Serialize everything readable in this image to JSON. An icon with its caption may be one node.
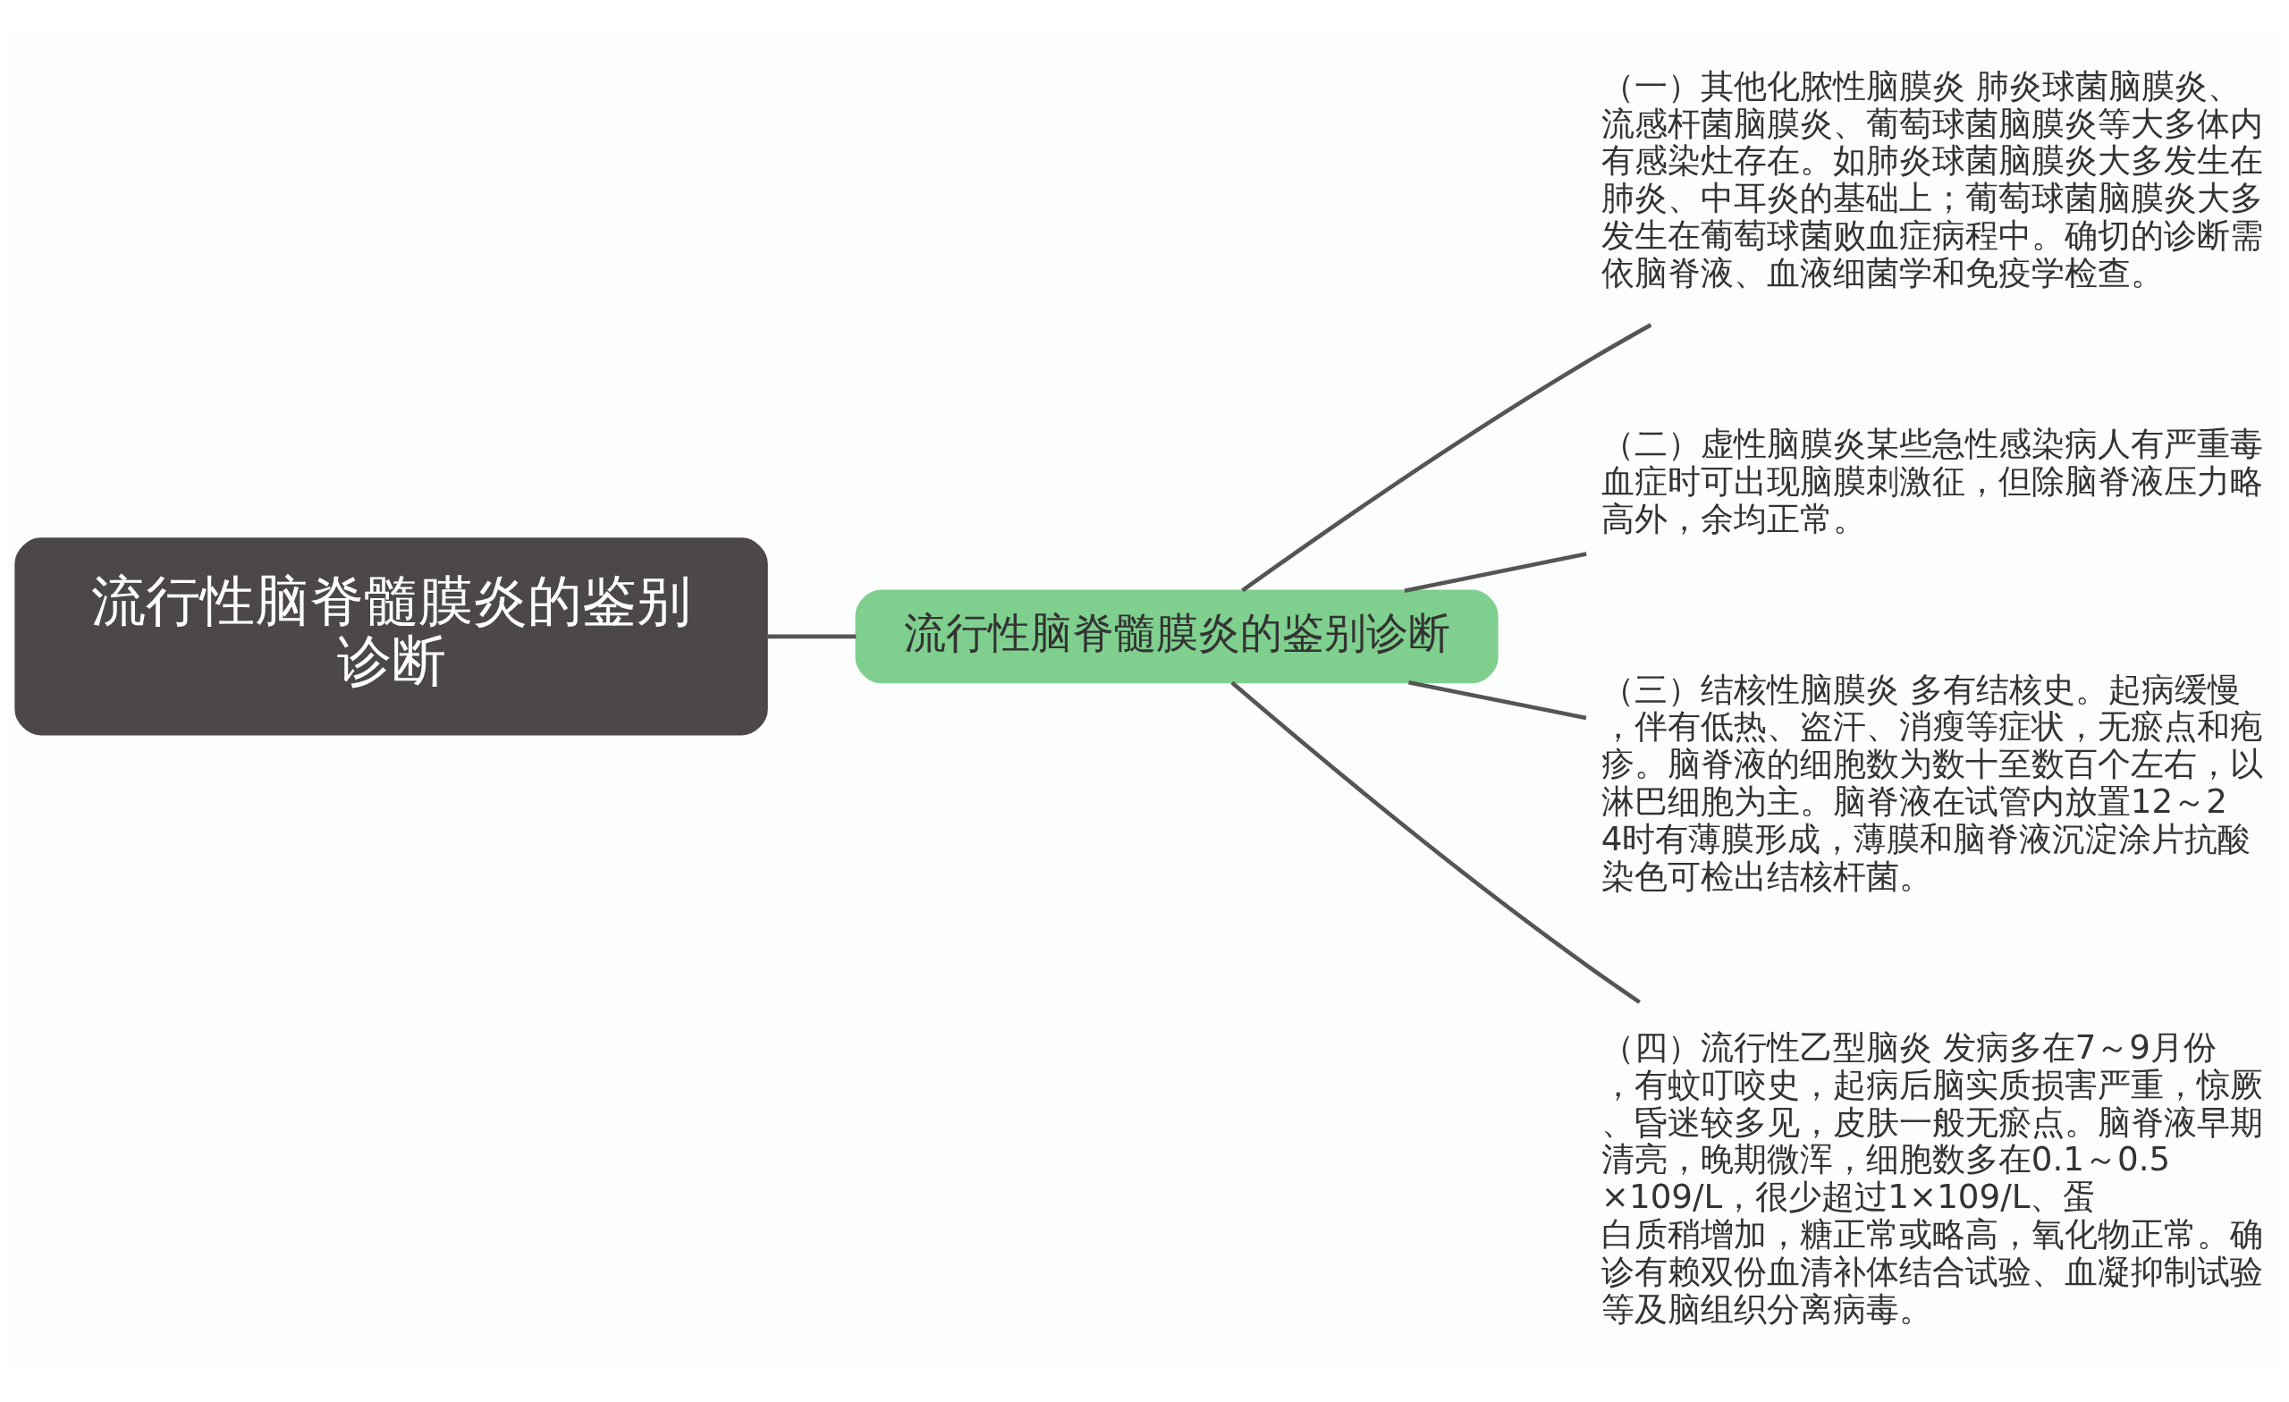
{
  "diagram": {
    "nodes": [
      {
        "text": [
          "流行性脑脊髓膜炎的鉴别诊断"
        ]
      },
      {
        "text": [
          "流行性脑脊髓膜炎的鉴别诊断"
        ]
      },
      {
        "text": [
          "（一）其他化脓性脑膜炎 肺炎球菌脑膜炎、流感杆菌脑膜炎、葡萄球菌脑膜炎等大多体内有感染灶存在。如肺炎球菌脑膜炎大多发生在肺炎、中耳炎的基础上；葡萄球菌脑膜炎大多发生在葡萄球菌败血症病程中。确切的诊断需依脑脊液、血液细菌学和免疫学检查。"
        ]
      },
      {
        "text": [
          "（二）虚性脑膜炎某些急性感染病人有严重毒血症时可出现脑膜刺激征，但除脑脊液压力略高外，余均正常。"
        ]
      },
      {
        "text": [
          "（三）结核性脑膜炎 多有结核史。起病缓慢，伴有低热、盗汗、消瘦等症状，无瘀点和疱疹。脑脊液的细胞数为数十至数百个左右，以淋巴细胞为主。脑脊液在试管内放置12～24时有薄膜形成，薄膜和脑脊液沉淀涂片抗酸染色可检出结核杆菌。"
        ]
      },
      {
        "text": [
          "（四）流行性乙型脑炎 发病多在7～9月份，有蚊叮咬史，起病后脑实质损害严重，惊厥、昏迷较多见，皮肤一般无瘀点。脑脊液早期清亮，晚期微浑，细胞数多在0.1～0.5×109/L，很少超过1×109/L、蛋白质稍增加，糖正常或略高，氧化物正常。确诊有赖双份血清补体结合试验、血凝抑制试验等及脑组织分离病毒。"
        ]
      }
    ],
    "edges": [
      {
        "from": 0,
        "to": 1,
        "arrow": "none"
      },
      {
        "from": 1,
        "to": 2,
        "arrow": "none"
      },
      {
        "from": 1,
        "to": 3,
        "arrow": "none"
      },
      {
        "from": 1,
        "to": 4,
        "arrow": "none"
      },
      {
        "from": 1,
        "to": 5,
        "arrow": "none"
      }
    ]
  }
}
